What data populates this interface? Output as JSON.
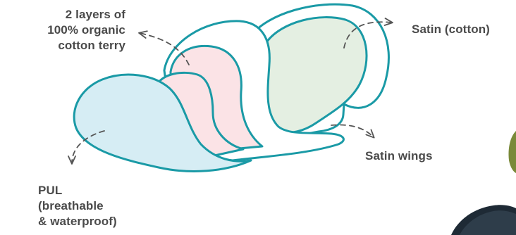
{
  "labels": {
    "terry": {
      "line1": "2 layers of",
      "line2": "100% organic",
      "line3": "cotton terry"
    },
    "satin_cotton": "Satin (cotton)",
    "satin_wings": "Satin wings",
    "pul": {
      "line1": "PUL",
      "line2": "(breathable",
      "line3": "& waterproof)"
    }
  },
  "colors": {
    "outline": "#1a9aa6",
    "pul_fill": "#d6edf4",
    "terry_fill": "#fbe3e6",
    "satin_fill": "#e4efe2",
    "text": "#4a4a4a",
    "arrow": "#555555"
  }
}
